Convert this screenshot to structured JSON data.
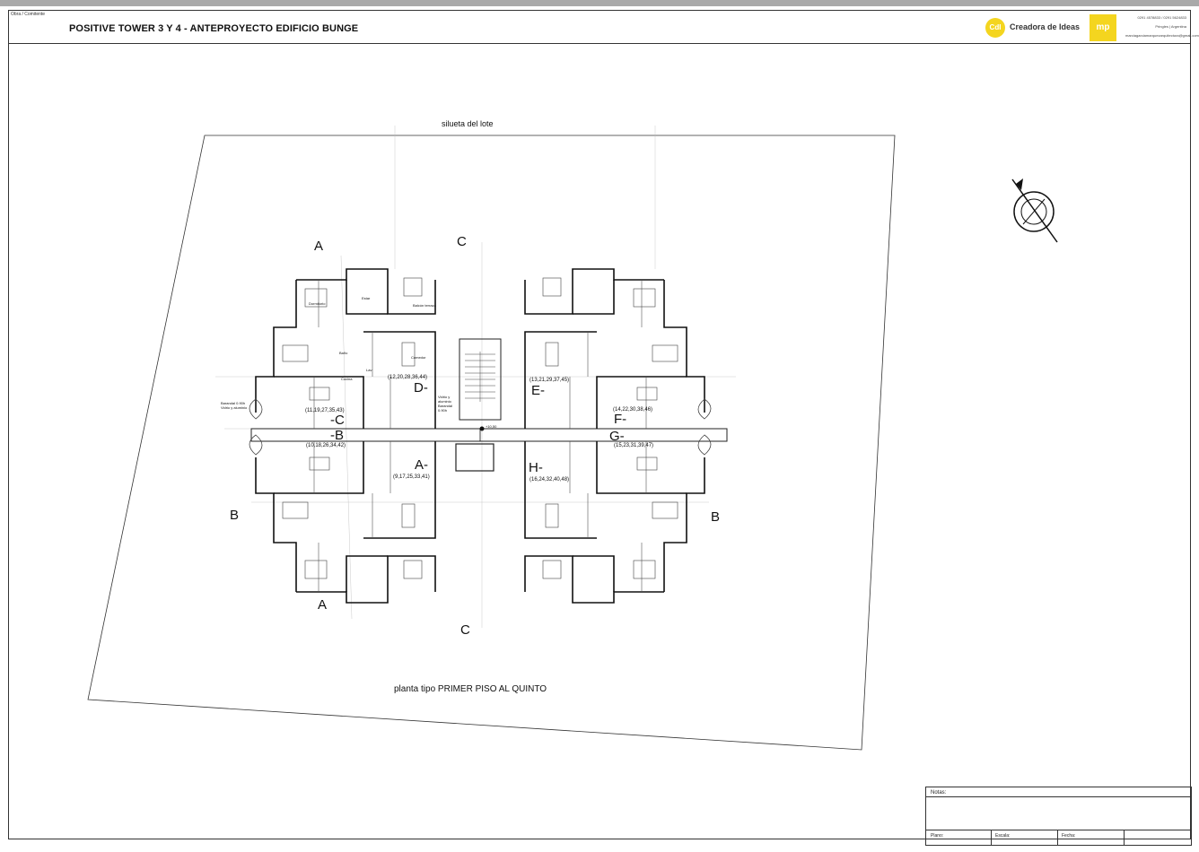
{
  "header": {
    "small_label": "Obra / Comitente",
    "title": "POSITIVE TOWER 3 Y 4 - ANTEPROYECTO EDIFICIO BUNGE",
    "logo_mark": "CdI",
    "logo_text": "Creadora de Ideas",
    "mp_mark": "mp",
    "contact_line1": "0291 4578833 / 0291 5624833",
    "contact_line2": "Pringles | Argentina",
    "contact_line3": "marciagarciamarquezarquitectura@gmail.com"
  },
  "plan": {
    "lot_label": "silueta del lote",
    "plan_caption": "planta tipo  PRIMER  PISO AL QUINTO",
    "section_marks": [
      "A",
      "C",
      "B",
      "B",
      "A",
      "C"
    ],
    "unit_tags": {
      "D": "D-",
      "E": "E-",
      "C": "-C",
      "F": "F-",
      "B": "-B",
      "G": "G-",
      "A": "A-",
      "H": "H-"
    },
    "unit_numbers": {
      "D": "(12,20,28,36,44)",
      "E": "(13,21,29,37,45)",
      "C": "(11,19,27,35,43)",
      "F": "(14,22,30,38,46)",
      "B": "(10,18,26,34,42)",
      "G": "(15,23,31,39,47)",
      "A": "(9,17,25,33,41)",
      "H": "(16,24,32,40,48)"
    },
    "rooms": {
      "dormitorio": "Dormitorio",
      "estar": "Estar",
      "comedor": "Comedor",
      "cocina": "Cocina",
      "bano": "Baño",
      "lav": "Lav",
      "balcon_terraza": "Balcón terraza",
      "balcon_vidrio": "Barandal 0.90h Vidrio y aluminio",
      "hall_vidrio": "Vidrio y aluminio Barandal 0.90h",
      "level_mark": "+10,50"
    }
  },
  "notes": {
    "notes_label": "Notas:",
    "plano_label": "Plano:",
    "escala_label": "Escala:",
    "fecha_label": "Fecha:"
  }
}
